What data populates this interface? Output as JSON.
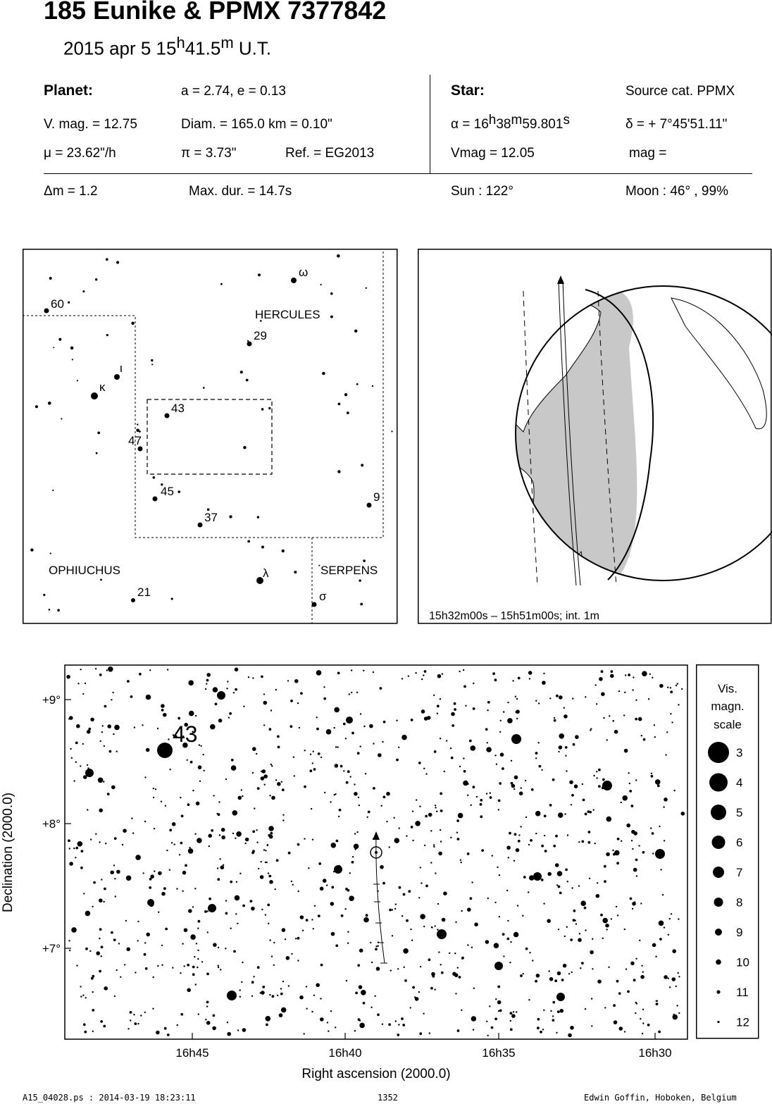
{
  "header": {
    "title": "185 Eunike  &  PPMX 7377842",
    "date_main": "2015 apr  5  15",
    "date_h": "h",
    "date_min": "41.5",
    "date_m": "m",
    "date_ut": " U.T."
  },
  "planet": {
    "heading": "Planet:",
    "orbit": "a = 2.74, e = 0.13",
    "vmag": "V. mag. = 12.75",
    "diam": "Diam. = 165.0 km = 0.10\"",
    "mu": "μ =  23.62\"/h",
    "pi": "π =  3.73\"",
    "ref": "Ref. = EG2013"
  },
  "star": {
    "heading": "Star:",
    "source": "Source cat.  PPMX",
    "alpha_a": "α = 16",
    "alpha_h": "h",
    "alpha_b": "38",
    "alpha_m": "m",
    "alpha_c": "59.801",
    "alpha_s": "s",
    "delta": "δ = + 7°45'51.11\"",
    "vmag": "Vmag = 12.05",
    "mag": "mag ="
  },
  "event": {
    "dm": "Δm = 1.2",
    "maxdur": "Max. dur. = 14.7s",
    "sun": "Sun : 122°",
    "moon": "Moon :  46° , 99%"
  },
  "finder": {
    "constellations": [
      "HERCULES",
      "OPHIUCHUS",
      "SERPENS"
    ],
    "star_labels": [
      "60",
      "ω",
      "29",
      "κ",
      "ι",
      "43",
      "47",
      "45",
      "37",
      "9",
      "λ",
      "21",
      "σ"
    ]
  },
  "globe": {
    "caption": "15h32m00s – 15h51m00s; int.  1m"
  },
  "star_chart": {
    "x_ticks": [
      "16h45",
      "16h40",
      "16h35",
      "16h30"
    ],
    "y_ticks": [
      "+9°",
      "+8°",
      "+7°"
    ],
    "xlabel": "Right ascension (2000.0)",
    "ylabel": "Declination (2000.0)",
    "label_43": "43"
  },
  "mag_scale": {
    "title_lines": [
      "Vis.",
      "magn.",
      "scale"
    ],
    "values": [
      "3",
      "4",
      "5",
      "6",
      "7",
      "8",
      "9",
      "10",
      "11",
      "12"
    ]
  },
  "footer": {
    "left": "A15_04028.ps : 2014-03-19 18:23:11",
    "center": "1352",
    "right": "Edwin Goffin, Hoboken, Belgium"
  }
}
